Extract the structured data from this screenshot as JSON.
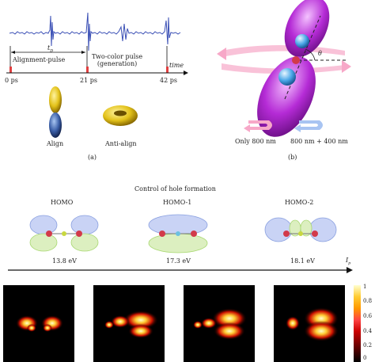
{
  "panel_a": {
    "t_label": "t",
    "t_sub": "D",
    "alignment_pulse": "Alignment-pulse",
    "two_color_line1": "Two-color pulse",
    "two_color_line2": "(generation)",
    "time_label": "time",
    "ticks": [
      "0 ps",
      "21 ps",
      "42 ps"
    ],
    "align_label": "Align",
    "anti_align_label": "Anti-align",
    "caption": "(a)",
    "colors": {
      "pulse_line": "#3a4fb5",
      "marker": "#e24040",
      "lobe_yellow": "#e3c21a",
      "lobe_blue": "#3b5fa8"
    }
  },
  "panel_b": {
    "theta_label": "θ",
    "legend_only": "Only 800 nm",
    "legend_combo": "800 nm + 400 nm",
    "caption": "(b)",
    "colors": {
      "lobe": "#b52bd6",
      "atom": "#4aa7e8",
      "arrow_pink": "#f7a8c8",
      "arrow_blue": "#a8c4f2"
    }
  },
  "middle": {
    "title": "Control of hole formation",
    "orbitals": [
      {
        "name": "HOMO",
        "energy": "13.8 eV"
      },
      {
        "name": "HOMO-1",
        "energy": "17.3 eV"
      },
      {
        "name": "HOMO-2",
        "energy": "18.1 eV"
      }
    ],
    "axis_label": "I",
    "axis_sub": "p",
    "colors": {
      "mesh_blue": "#8aa0e0",
      "mesh_green": "#a8d870",
      "atom_red": "#d23a4a"
    }
  },
  "colorbar": {
    "ticks": [
      "1",
      "0.8",
      "0.6",
      "0.4",
      "0.2",
      "0"
    ]
  }
}
